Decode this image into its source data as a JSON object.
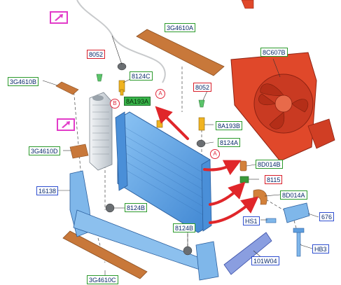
{
  "labels": {
    "top_pad": "3G4610A",
    "shroud": "8C607B",
    "pin_left": "8052",
    "left_pad": "3G4610B",
    "clip_8124c": "8124C",
    "pin_right": "8052",
    "sensor_left": "8A193A",
    "sensor_right": "8A193B",
    "clip_8124a": "8124A",
    "lower_pad_left": "3G4610D",
    "hose_upper": "8D014B",
    "plug": "8115",
    "hose_lower": "8D014A",
    "support_left": "16138",
    "clip_8124b_left": "8124B",
    "clip_hs1": "HS1",
    "bracket_right": "676",
    "clip_8124b_bottom": "8124B",
    "bolt": "HB3",
    "lower_bar": "101W04",
    "bottom_pad": "3G4610C"
  },
  "callouts": {
    "a1": "A",
    "a2": "A",
    "b1": "B"
  },
  "colors": {
    "label_border_green": "#2c9a2c",
    "label_border_blue": "#2f4fd0",
    "label_border_red": "#d81e2a",
    "radiator": "#5aa0e6",
    "shroud": "#e0482a",
    "pad": "#c8783a",
    "arrow": "#e0262a",
    "icon_box": "#e23cc9"
  },
  "icons": {
    "top_left": "hand-pointer-icon",
    "mid_left": "hand-pointer-icon"
  }
}
